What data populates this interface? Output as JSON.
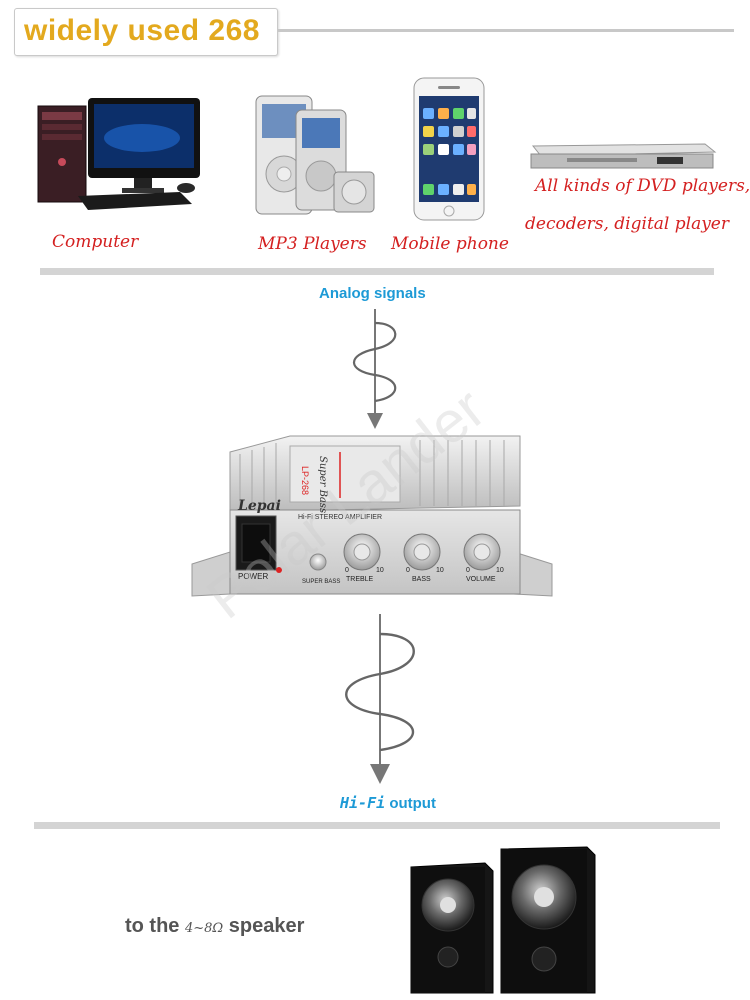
{
  "header": {
    "title": "widely used",
    "number": "268"
  },
  "devices": [
    {
      "label": "Computer"
    },
    {
      "label": "MP3 Players"
    },
    {
      "label": "Mobile phone"
    },
    {
      "label_line1": "All kinds of DVD players,",
      "label_line2": "decoders, digital player"
    }
  ],
  "flow": {
    "input_label": "Analog signals",
    "output_label_prefix": "Hi-Fi",
    "output_label_suffix": "output"
  },
  "amplifier": {
    "brand": "Lepai",
    "subtitle": "Hi-Fi STEREO AMPLIFIER",
    "model": "LP-268",
    "badge": "Super Bass",
    "power_label": "POWER",
    "superbass_label": "SUPER BASS",
    "knobs": [
      {
        "label": "TREBLE",
        "min": "0",
        "max": "10"
      },
      {
        "label": "BASS",
        "min": "0",
        "max": "10"
      },
      {
        "label": "VOLUME",
        "min": "0",
        "max": "10"
      }
    ]
  },
  "watermark": "Polar Lander",
  "speaker_line": {
    "prefix": "to the",
    "ohm": "4~8Ω",
    "suffix": "speaker"
  }
}
